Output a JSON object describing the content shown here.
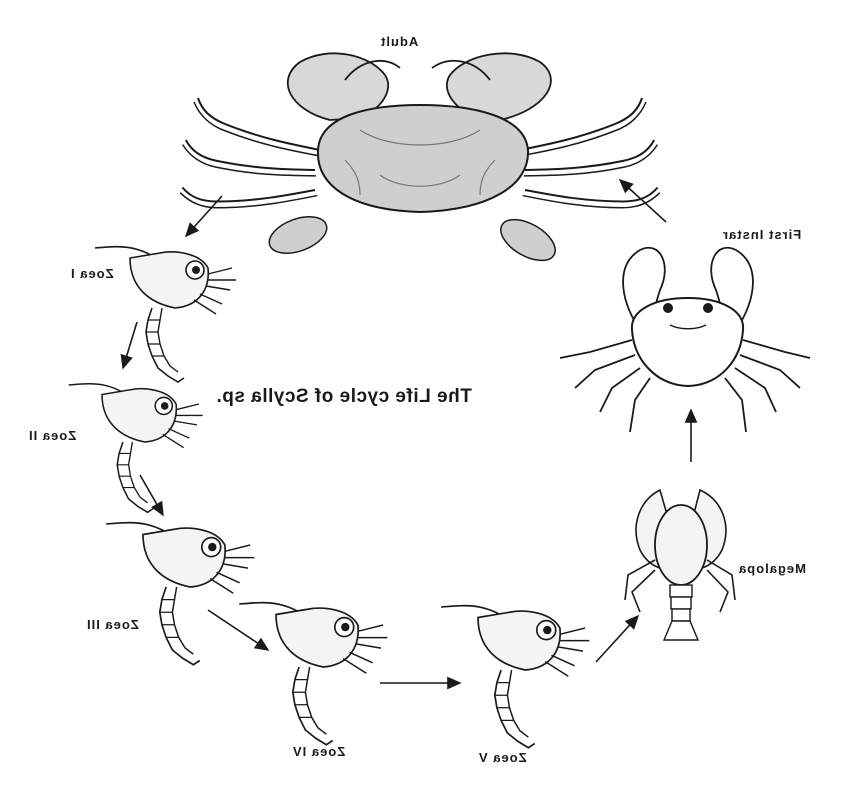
{
  "title": "The Life cycle of Scylla sp.",
  "stages": {
    "adult": "Adult",
    "zoea1": "Zoea I",
    "zoea2": "Zoea II",
    "zoea3": "Zoea III",
    "zoea4": "Zoea IV",
    "zoea5": "Zoea V",
    "megalopa": "Megalopa",
    "first_instar": "First Instar"
  },
  "colors": {
    "ink": "#1a1a1a",
    "shell": "#cfcfcf",
    "background": "#ffffff"
  }
}
